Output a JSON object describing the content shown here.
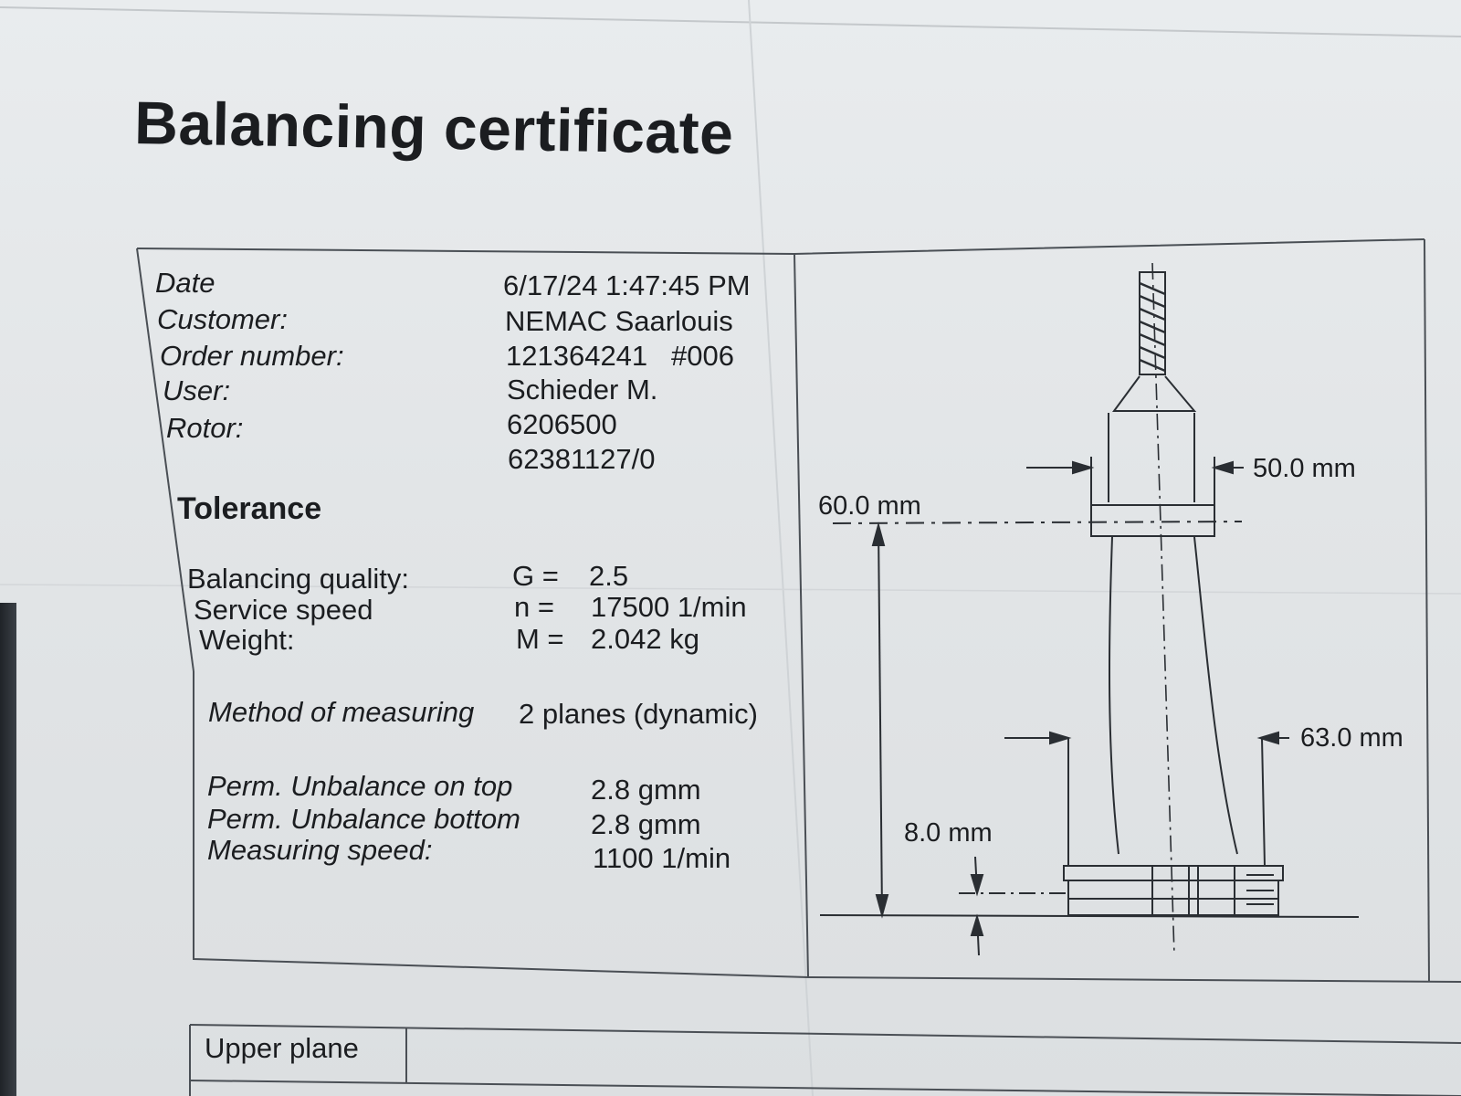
{
  "document": {
    "title": "Balancing certificate"
  },
  "info": {
    "date_label": "Date",
    "date_value": "6/17/24 1:47:45 PM",
    "customer_label": "Customer:",
    "customer_value": "NEMAC Saarlouis",
    "order_label": "Order number:",
    "order_value": "121364241   #006",
    "user_label": "User:",
    "user_value": "Schieder M.",
    "rotor_label": "Rotor:",
    "rotor_value_1": "6206500",
    "rotor_value_2": "62381127/0"
  },
  "tolerance": {
    "title": "Tolerance",
    "quality_label": "Balancing quality:",
    "quality_symbol": "G =",
    "quality_value": "2.5",
    "speed_label": "Service speed",
    "speed_symbol": "n =",
    "speed_value": "17500 1/min",
    "weight_label": "Weight:",
    "weight_symbol": "M =",
    "weight_value": "2.042 kg"
  },
  "measurement": {
    "method_label": "Method of measuring",
    "method_value": "2 planes (dynamic)",
    "top_label": "Perm. Unbalance on top",
    "top_value": "2.8 gmm",
    "bottom_label": "Perm. Unbalance bottom",
    "bottom_value": "2.8 gmm",
    "speed_label": "Measuring speed:",
    "speed_value": "1100 1/min"
  },
  "drawing": {
    "dim_upper_diameter": "50.0 mm",
    "dim_upper_height": "60.0 mm",
    "dim_lower_diameter": "63.0 mm",
    "dim_lower_height": "8.0 mm"
  },
  "table": {
    "upper_plane_label": "Upper plane"
  }
}
